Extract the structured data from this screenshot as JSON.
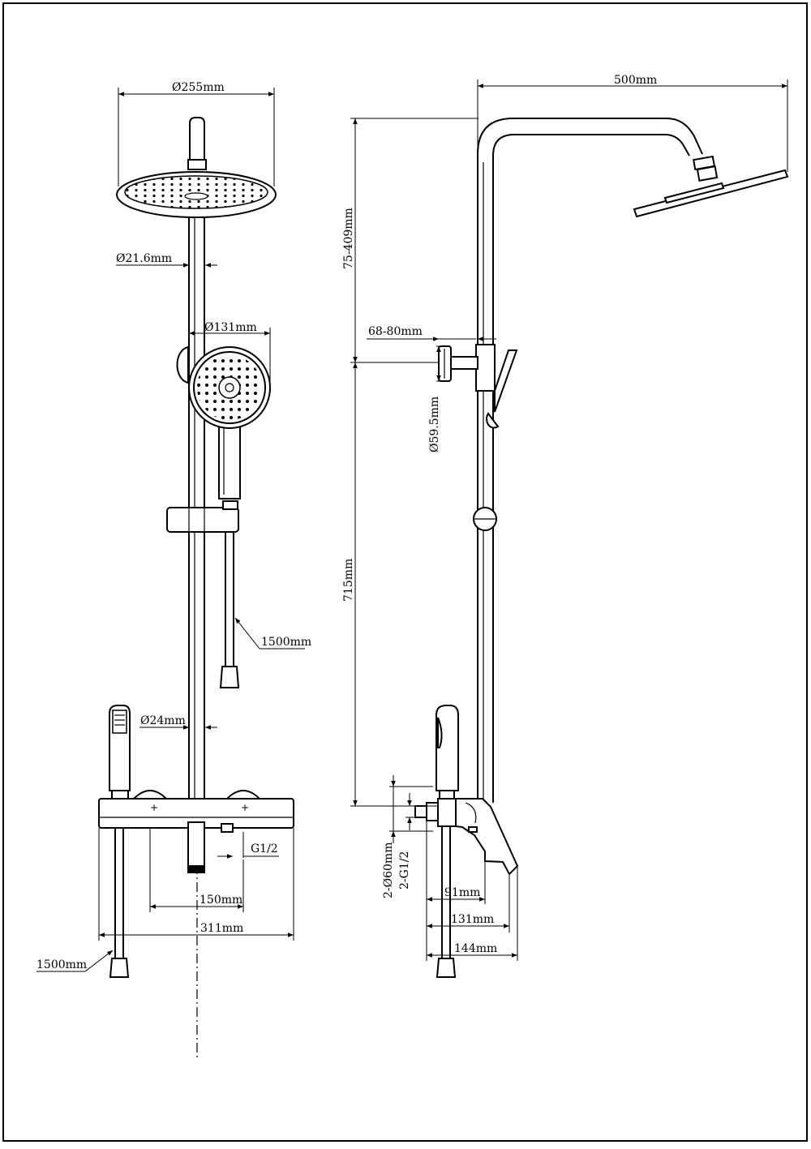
{
  "front_view": {
    "dims": {
      "head_diameter": "Ø255mm",
      "pipe_diameter": "Ø21.6mm",
      "handshower_diameter": "Ø131mm",
      "hose_length": "1500mm",
      "riser_diameter": "Ø24mm",
      "outlet_thread": "G1/2",
      "inlet_spacing": "150mm",
      "mixer_width": "311mm",
      "lower_hose_length": "1500mm"
    }
  },
  "side_view": {
    "dims": {
      "arm_length": "500mm",
      "arm_height": "75-409mm",
      "bracket_offset": "68-80mm",
      "bracket_diameter": "Ø59.5mm",
      "riser_height": "715mm",
      "escutcheon_diameter": "2-Ø60mm",
      "inlet_thread": "2-G1/2",
      "depth_a": "91mm",
      "depth_b": "131mm",
      "depth_c": "144mm"
    }
  }
}
